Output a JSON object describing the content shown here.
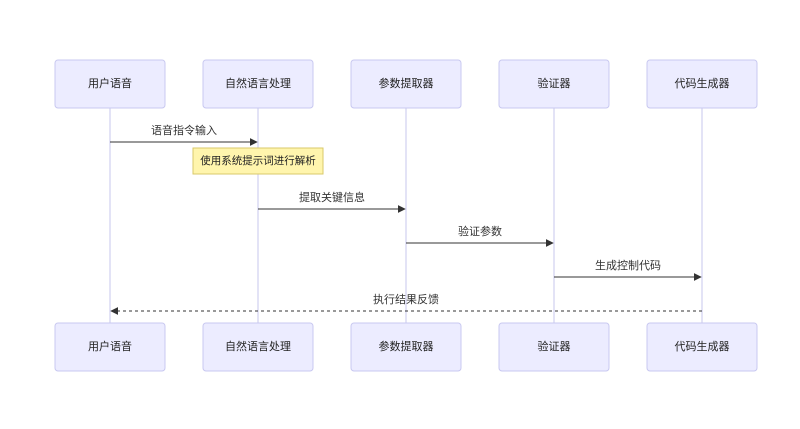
{
  "participants": [
    {
      "id": "p1",
      "label": "用户语音"
    },
    {
      "id": "p2",
      "label": "自然语言处理"
    },
    {
      "id": "p3",
      "label": "参数提取器"
    },
    {
      "id": "p4",
      "label": "验证器"
    },
    {
      "id": "p5",
      "label": "代码生成器"
    }
  ],
  "messages": [
    {
      "from": "p1",
      "to": "p2",
      "label": "语音指令输入",
      "style": "solid"
    },
    {
      "from": "p2",
      "to": "p3",
      "label": "提取关键信息",
      "style": "solid"
    },
    {
      "from": "p3",
      "to": "p4",
      "label": "验证参数",
      "style": "solid"
    },
    {
      "from": "p4",
      "to": "p5",
      "label": "生成控制代码",
      "style": "solid"
    },
    {
      "from": "p5",
      "to": "p1",
      "label": "执行结果反馈",
      "style": "dashed"
    }
  ],
  "notes": [
    {
      "over": "p2",
      "after_message": 0,
      "label": "使用系统提示词进行解析"
    }
  ],
  "colors": {
    "actor_fill": "#ececff",
    "actor_stroke": "#c8c8f0",
    "lifeline": "#c7c7ee",
    "note_fill": "#fff5ad",
    "note_stroke": "#d9c96a",
    "arrow": "#333333"
  }
}
